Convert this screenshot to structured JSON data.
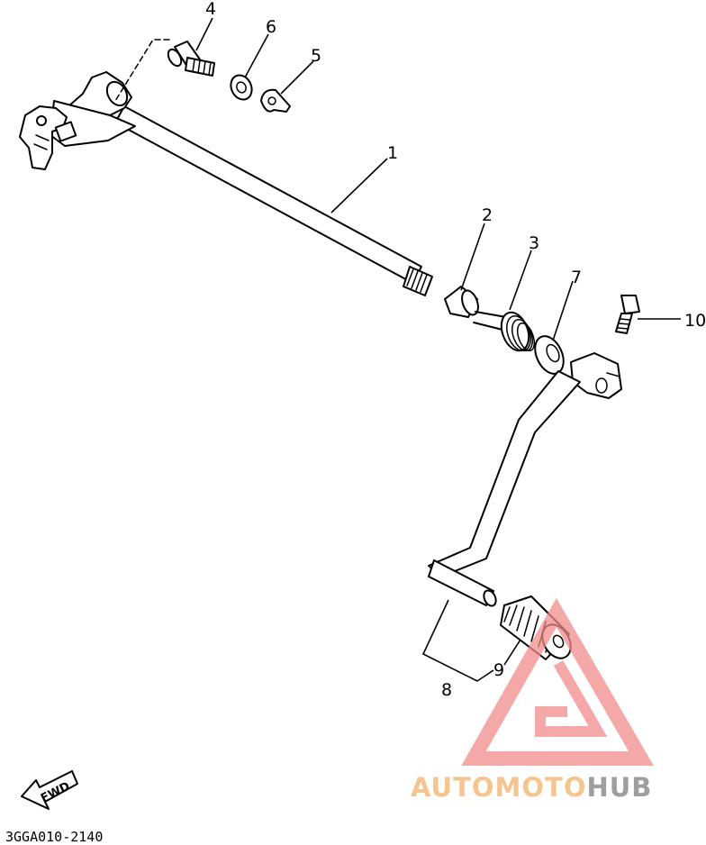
{
  "diagram": {
    "part_numbers": [
      "1",
      "2",
      "3",
      "4",
      "5",
      "6",
      "7",
      "8",
      "9",
      "10"
    ],
    "direction_label": "FWD",
    "drawing_code": "3GGA010-2140"
  },
  "watermark": {
    "text_orange": "AUTOMOTO",
    "text_gray": "HUB",
    "color_orange": "#f5c58f",
    "color_gray": "#9e9e9e",
    "logo_color": "#f28b8b"
  }
}
